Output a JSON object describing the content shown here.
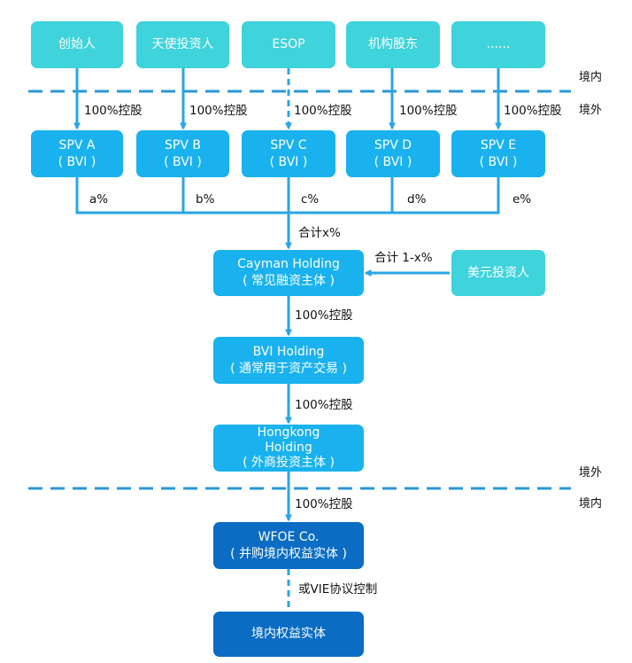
{
  "colors": {
    "shareholder_box": "#3fd3db",
    "entity_box": "#19b2ee",
    "domestic_box": "#0a6cc2",
    "connector": "#2aa5e6",
    "border_dashed": "#2a97d6",
    "text": "#ffffff"
  },
  "shareholders": [
    {
      "label": "创始人"
    },
    {
      "label": "天使投资人"
    },
    {
      "label": "ESOP"
    },
    {
      "label": "机构股东"
    },
    {
      "label": "......"
    }
  ],
  "spvs": [
    {
      "name": "SPV A",
      "sub": "( BVI )",
      "edge_top": "100%控股",
      "edge_bottom": "a%"
    },
    {
      "name": "SPV B",
      "sub": "( BVI )",
      "edge_top": "100%控股",
      "edge_bottom": "b%"
    },
    {
      "name": "SPV C",
      "sub": "( BVI )",
      "edge_top": "100%控股",
      "edge_bottom": "c%"
    },
    {
      "name": "SPV D",
      "sub": "( BVI )",
      "edge_top": "100%控股",
      "edge_bottom": "d%"
    },
    {
      "name": "SPV E",
      "sub": "( BVI )",
      "edge_top": "100%控股",
      "edge_bottom": "e%"
    }
  ],
  "zones": {
    "domestic": "境内",
    "offshore": "境外"
  },
  "total_label": "合计x%",
  "cayman": {
    "name": "Cayman Holding",
    "sub": "( 常见融资主体 )"
  },
  "usd_investor": {
    "label": "美元投资人",
    "edge": "合计 1-x%"
  },
  "edge_cayman_bvi": "100%控股",
  "bvi": {
    "name": "BVI Holding",
    "sub": "( 通常用于资产交易 )"
  },
  "edge_bvi_hk": "100%控股",
  "hongkong": {
    "line1": "Hongkong",
    "line2": "Holding",
    "sub": "( 外商投资主体 )"
  },
  "edge_hk_wfoe": "100%控股",
  "wfoe": {
    "name": "WFOE Co.",
    "sub": "( 并购境内权益实体 )"
  },
  "edge_wfoe_entity": "或VIE协议控制",
  "domestic_entity": {
    "label": "境内权益实体"
  }
}
